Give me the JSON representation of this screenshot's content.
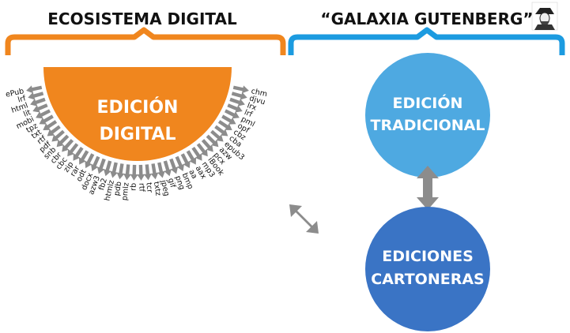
{
  "left": {
    "heading": "ECOSISTEMA DIGITAL",
    "semicircle_line1": "EDICIÓN",
    "semicircle_line2": "DIGITAL",
    "formats": [
      "ePub",
      "lrf",
      "html",
      "lit",
      "mobi",
      "tpz",
      "txt",
      "rtf",
      "pdf",
      "snb",
      "cbr",
      "cbc",
      "zip",
      "rar",
      "odt",
      "docx",
      "azw3",
      "fb2",
      "htmlz",
      "pdb",
      "pmlz",
      "rb",
      "rtf",
      "tcr",
      "txtz",
      "jpeg",
      "gif",
      "png",
      "bmp",
      "aa",
      "aax",
      "mp3",
      "iBook",
      "pcx",
      "azw",
      "epub3",
      "cba",
      "cbz",
      "opf",
      "pml",
      "lrf",
      "lrx",
      "djvu",
      "chm"
    ]
  },
  "right": {
    "heading": "“GALAXIA GUTENBERG”",
    "top_circle_line1": "EDICIÓN",
    "top_circle_line2": "TRADICIONAL",
    "bottom_circle_line1": "EDICIONES",
    "bottom_circle_line2": "CARTONERAS"
  },
  "colors": {
    "orange": "#F0861E",
    "light_blue": "#4EA9E1",
    "dark_blue": "#3A74C5",
    "bracket_blue": "#1C9BE0",
    "arrow_gray": "#8C8C8C"
  },
  "icons": {
    "portrait": "gutenberg-portrait-icon",
    "double_arrow_diagonal": "diagonal-double-arrow-icon",
    "double_arrow_vertical": "vertical-double-arrow-icon"
  }
}
